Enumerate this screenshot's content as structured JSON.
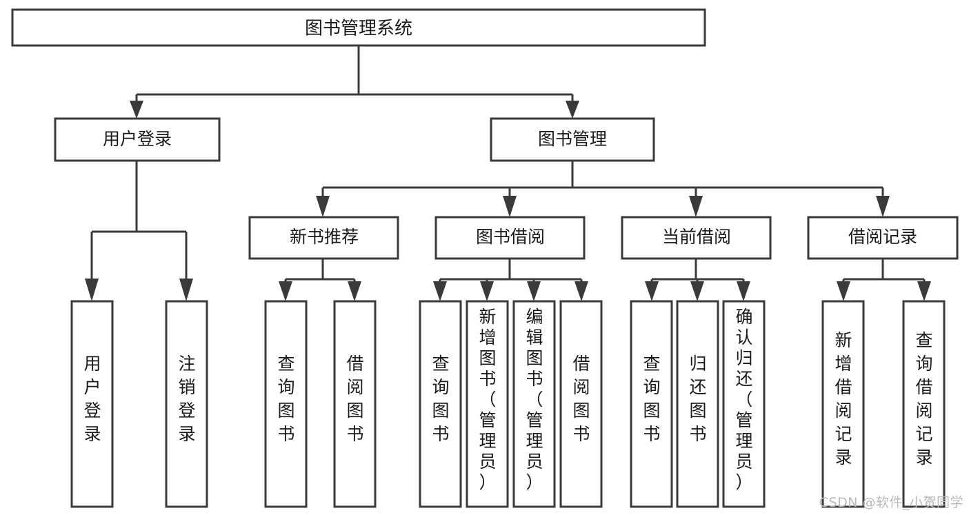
{
  "diagram": {
    "title": "图书管理系统",
    "watermark": "CSDN @软件_小贺同学",
    "accent_color": "#3a3a3a",
    "text_color": "#1a1a1a",
    "background_color": "#ffffff",
    "root": {
      "label": "图书管理系统"
    },
    "level2": [
      {
        "label": "用户登录"
      },
      {
        "label": "图书管理"
      }
    ],
    "level3": [
      {
        "label": "新书推荐"
      },
      {
        "label": "图书借阅"
      },
      {
        "label": "当前借阅"
      },
      {
        "label": "借阅记录"
      }
    ],
    "leaves": {
      "user_login": [
        {
          "label": "用户登录"
        },
        {
          "label": "注销登录"
        }
      ],
      "new_book": [
        {
          "label": "查询图书"
        },
        {
          "label": "借阅图书"
        }
      ],
      "book_borrow": [
        {
          "label": "查询图书"
        },
        {
          "label": "新增图书（管理员）"
        },
        {
          "label": "编辑图书（管理员）"
        },
        {
          "label": "借阅图书"
        }
      ],
      "current_borrow": [
        {
          "label": "查询图书"
        },
        {
          "label": "归还图书"
        },
        {
          "label": "确认归还（管理员）"
        }
      ],
      "borrow_record": [
        {
          "label": "新增借阅记录"
        },
        {
          "label": "查询借阅记录"
        }
      ]
    }
  }
}
